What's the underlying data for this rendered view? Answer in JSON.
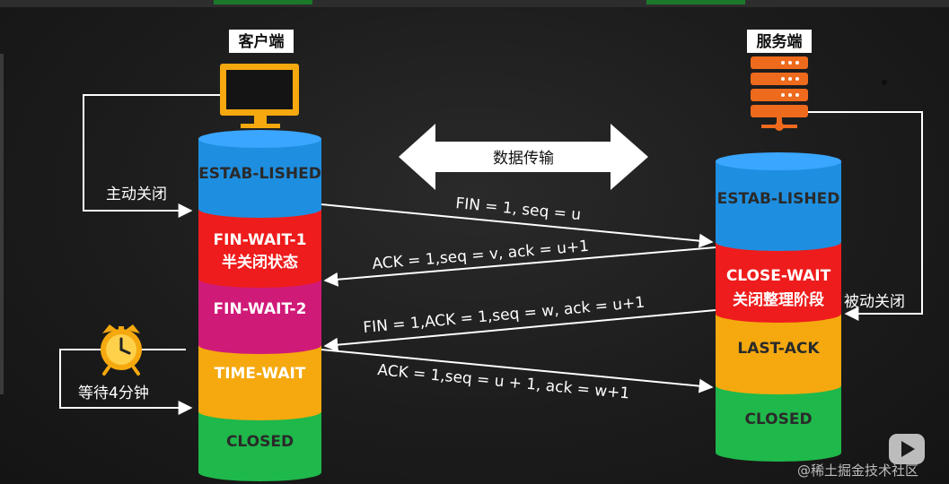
{
  "title_partial": "建立连接和传输数据",
  "client": {
    "label": "客户端"
  },
  "server": {
    "label": "服务端"
  },
  "client_states": [
    {
      "line1": "ESTAB-LISHED",
      "line2": "",
      "color": "#1e8fe0"
    },
    {
      "line1": "FIN-WAIT-1",
      "line2": "半关闭状态",
      "color": "#ee1c1c"
    },
    {
      "line1": "FIN-WAIT-2",
      "line2": "",
      "color": "#d01a78"
    },
    {
      "line1": "TIME-WAIT",
      "line2": "",
      "color": "#f5a90f"
    },
    {
      "line1": "CLOSED",
      "line2": "",
      "color": "#1fb84a"
    }
  ],
  "server_states": [
    {
      "line1": "ESTAB-LISHED",
      "line2": "",
      "color": "#1e8fe0"
    },
    {
      "line1": "CLOSE-WAIT",
      "line2": "关闭整理阶段",
      "color": "#ee1c1c"
    },
    {
      "line1": "LAST-ACK",
      "line2": "",
      "color": "#f5a90f"
    },
    {
      "line1": "CLOSED",
      "line2": "",
      "color": "#1fb84a"
    }
  ],
  "transfer_label": "数据传输",
  "messages": [
    {
      "text": "FIN = 1, seq = u"
    },
    {
      "text": "ACK = 1,seq = v, ack = u+1"
    },
    {
      "text": "FIN = 1,ACK = 1,seq = w, ack = u+1"
    },
    {
      "text": "ACK = 1,seq = u + 1, ack = w+1"
    }
  ],
  "active_close": "主动关闭",
  "passive_close": "被动关闭",
  "wait_label": "等待4分钟",
  "watermark": "@稀土掘金技术社区",
  "colors": {
    "monitor": "#f5a90f",
    "server_icon": "#ee6a1c",
    "lines": "#ffffff",
    "label_bg": "#ffffff"
  }
}
